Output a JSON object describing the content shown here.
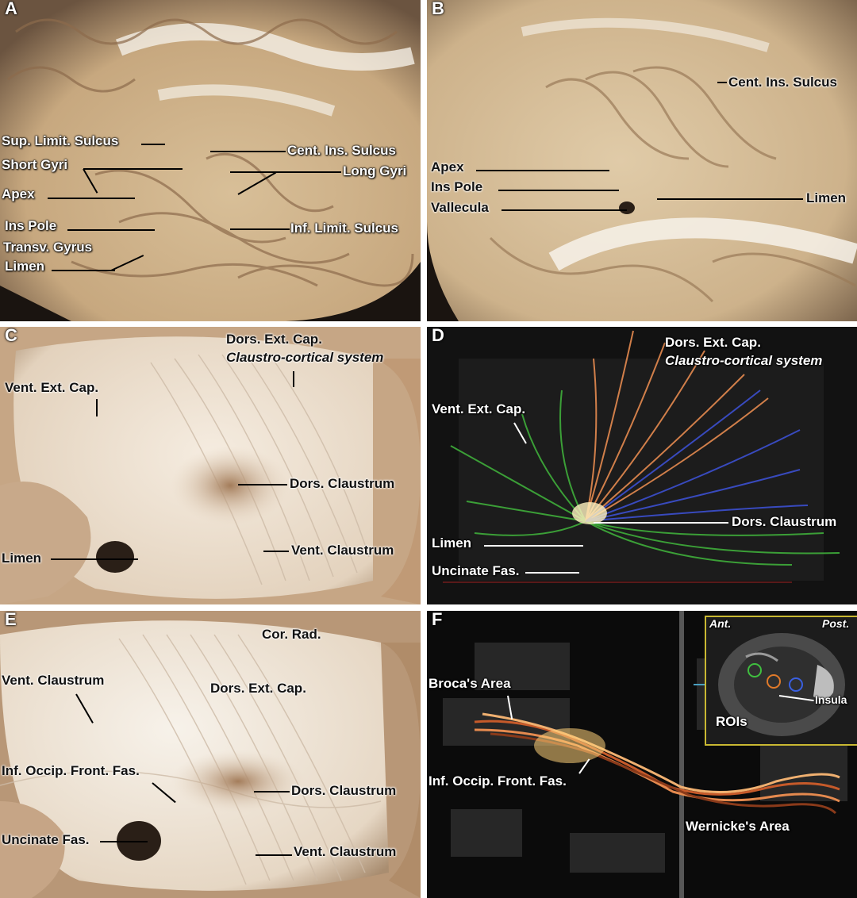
{
  "panels": {
    "A": {
      "letter": "A",
      "labels": {
        "sup_limit_sulcus": "Sup. Limit. Sulcus",
        "short_gyri": "Short Gyri",
        "apex": "Apex",
        "ins_pole": "Ins Pole",
        "transv_gyrus": "Transv. Gyrus",
        "limen": "Limen",
        "cent_ins_sulcus": "Cent. Ins. Sulcus",
        "long_gyri": "Long Gyri",
        "inf_limit_sulcus": "Inf. Limit. Sulcus"
      }
    },
    "B": {
      "letter": "B",
      "labels": {
        "cent_ins_sulcus": "Cent. Ins. Sulcus",
        "apex": "Apex",
        "ins_pole": "Ins Pole",
        "vallecula": "Vallecula",
        "limen": "Limen"
      }
    },
    "C": {
      "letter": "C",
      "labels": {
        "dors_ext_cap": "Dors. Ext. Cap.",
        "claustro_cortical": "Claustro-cortical system",
        "vent_ext_cap": "Vent. Ext. Cap.",
        "dors_claustrum": "Dors. Claustrum",
        "limen": "Limen",
        "vent_claustrum": "Vent. Claustrum"
      }
    },
    "D": {
      "letter": "D",
      "labels": {
        "dors_ext_cap": "Dors. Ext. Cap.",
        "claustro_cortical": "Claustro-cortical system",
        "vent_ext_cap": "Vent. Ext. Cap.",
        "dors_claustrum": "Dors. Claustrum",
        "limen": "Limen",
        "uncinate_fas": "Uncinate Fas."
      }
    },
    "E": {
      "letter": "E",
      "labels": {
        "cor_rad": "Cor. Rad.",
        "vent_claustrum_top": "Vent. Claustrum",
        "dors_ext_cap": "Dors. Ext. Cap.",
        "inf_occip_front_fas": "Inf. Occip. Front. Fas.",
        "dors_claustrum": "Dors. Claustrum",
        "uncinate_fas": "Uncinate Fas.",
        "vent_claustrum_bottom": "Vent. Claustrum"
      }
    },
    "F": {
      "letter": "F",
      "labels": {
        "brocas_area": "Broca's Area",
        "inf_occip_front_fas": "Inf. Occip. Front. Fas.",
        "wernickes_area": "Wernicke's Area"
      },
      "inset": {
        "ant": "Ant.",
        "post": "Post.",
        "insula": "Insula",
        "rois": "ROIs"
      }
    }
  },
  "colors": {
    "tract_green": "#3fae3a",
    "tract_blue": "#3c4fd0",
    "tract_orange": "#e58a4f",
    "roi_green": "#3fbf3f",
    "roi_orange": "#e07a2a",
    "roi_blue": "#3a5fe0",
    "inset_border": "#c9b832"
  }
}
